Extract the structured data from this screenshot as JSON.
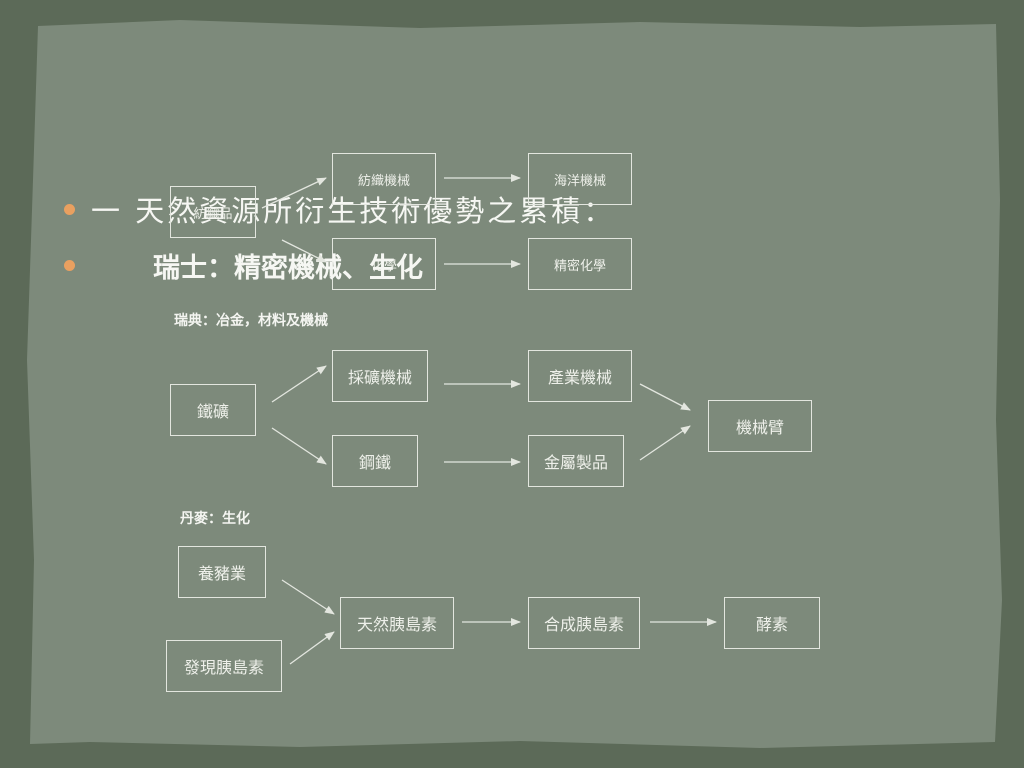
{
  "bullets": [
    "一 天然資源所衍生技術優勢之累積：",
    "瑞士：精密機械、生化"
  ],
  "sections": {
    "sweden_label": "瑞典：冶金，材料及機械",
    "denmark_label": "丹麥：生化"
  },
  "swiss_nodes": {
    "textile": "紡織品",
    "textile_machinery": "紡織機械",
    "marine_machinery": "海洋機械",
    "chemical": "化學",
    "fine_chemical": "精密化學"
  },
  "sweden_nodes": {
    "iron_ore": "鐵礦",
    "mining_machinery": "採礦機械",
    "industrial_machinery": "產業機械",
    "steel": "鋼鐵",
    "metal_products": "金屬製品",
    "robot_arm": "機械臂"
  },
  "denmark_nodes": {
    "pig_farming": "養豬業",
    "insulin_discovery": "發現胰島素",
    "natural_insulin": "天然胰島素",
    "synthetic_insulin": "合成胰島素",
    "enzymes": "酵素"
  },
  "colors": {
    "background": "#5c6a58",
    "board": "#7d8a7b",
    "bullet": "#e9a060",
    "line": "#e3e6df"
  }
}
